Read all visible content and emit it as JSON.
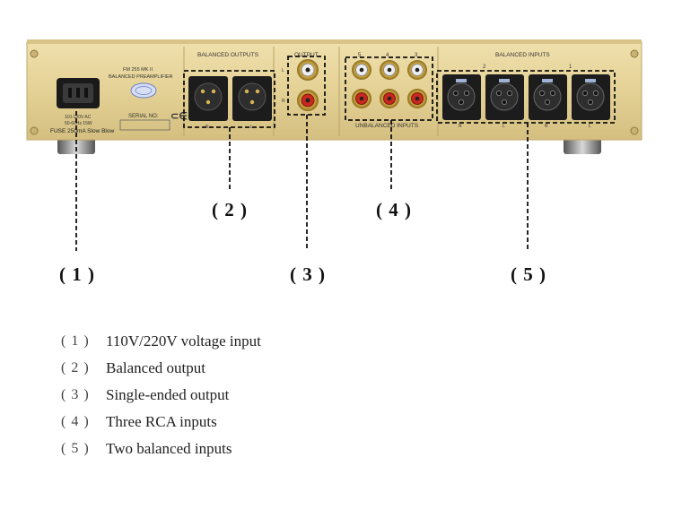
{
  "panel": {
    "model_line1": "FM 255 MK II",
    "model_line2": "BALANCED PREAMPLIFIER",
    "serial_label": "SERIAL NO:",
    "power_spec_line1": "110-120V  AC",
    "power_spec_line2": "50-60Hz  15W",
    "fuse_text": "FUSE 250mA Slow Blow",
    "balanced_outputs_label": "BALANCED OUTPUTS",
    "output_label": "OUTPUT",
    "unbalanced_inputs_label": "UNBALANCED INPUTS",
    "balanced_inputs_label": "BALANCED INPUTS",
    "channel_left": "L",
    "channel_right": "R",
    "balanced_output_channels": [
      "R",
      "L"
    ],
    "rca_input_numbers": [
      "5",
      "4",
      "3"
    ],
    "balanced_input_numbers": [
      "2",
      "1"
    ],
    "balanced_input_channels": [
      "R",
      "L",
      "R",
      "L"
    ]
  },
  "markers": [
    "( 1 )",
    "( 2 )",
    "( 3 )",
    "( 4 )",
    "( 5 )"
  ],
  "legend": [
    {
      "num": "( 1 )",
      "text": "110V/220V voltage input"
    },
    {
      "num": "( 2 )",
      "text": "Balanced output"
    },
    {
      "num": "( 3 )",
      "text": "Single-ended output"
    },
    {
      "num": "( 4 )",
      "text": "Three RCA inputs"
    },
    {
      "num": "( 5 )",
      "text": "Two balanced inputs"
    }
  ],
  "colors": {
    "panel_gold": "#e6d49a",
    "panel_edge": "#c9b57a",
    "rca_red": "#c8281e",
    "dashed_line": "#111111"
  }
}
